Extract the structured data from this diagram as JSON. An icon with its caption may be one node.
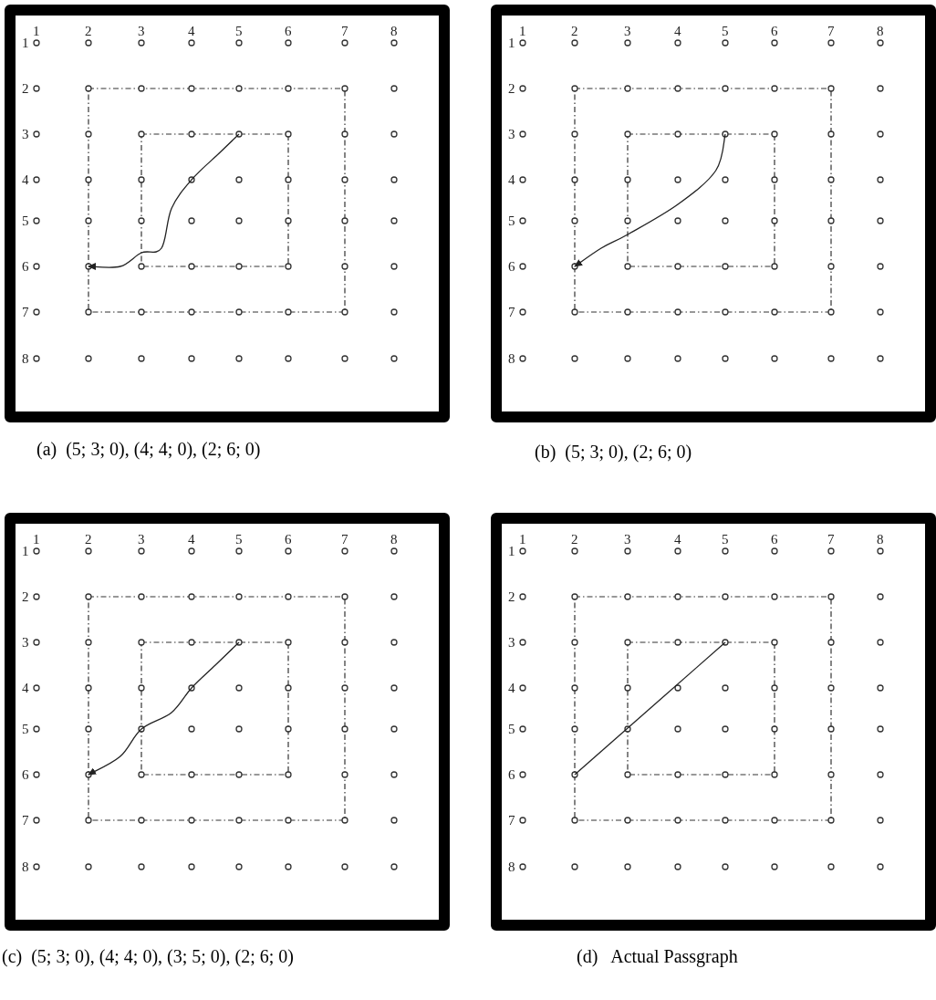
{
  "diagram": {
    "nodes": [
      {
        "text": [],
        "shape": "box",
        "beside": [
          "(a)  (5; 3; 0), (4; 4; 0), (2; 6; 0)"
        ]
      },
      {
        "text": [],
        "shape": "box",
        "beside": [
          "(b)  (5; 3; 0), (2; 6; 0)"
        ]
      },
      {
        "text": [],
        "shape": "box",
        "beside": [
          "(c)  (5; 3; 0), (4; 4; 0), (3; 5; 0), (2; 6; 0)"
        ]
      },
      {
        "text": [],
        "shape": "box",
        "beside": [
          "(d)   Actual Passgraph"
        ]
      }
    ],
    "labels": [
      "1",
      "2",
      "3",
      "4",
      "5",
      "6",
      "7",
      "8",
      "1",
      "2",
      "3",
      "4",
      "5",
      "6",
      "7",
      "8",
      "1",
      "2",
      "3",
      "4",
      "5",
      "6",
      "7",
      "8",
      "1",
      "2",
      "3",
      "4",
      "5",
      "6",
      "7",
      "8",
      "1",
      "2",
      "3",
      "4",
      "5",
      "6",
      "7",
      "8",
      "1",
      "2",
      "3",
      "4",
      "5",
      "6",
      "7",
      "8",
      "1",
      "2",
      "3",
      "4",
      "5",
      "6",
      "7",
      "8",
      "1",
      "2",
      "3",
      "4",
      "5",
      "6",
      "7",
      "8"
    ]
  }
}
